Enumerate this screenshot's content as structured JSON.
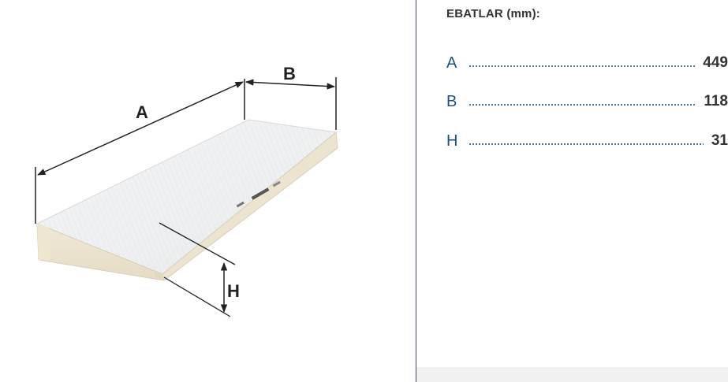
{
  "diagram": {
    "labels": {
      "a": "A",
      "b": "B",
      "h": "H"
    }
  },
  "dimensions": {
    "title": "EBATLAR (mm):",
    "rows": [
      {
        "label": "A",
        "value": "449"
      },
      {
        "label": "B",
        "value": "118"
      },
      {
        "label": "H",
        "value": "31"
      }
    ]
  },
  "colors": {
    "accent": "#1f4e8c",
    "divider": "#2f4d7a",
    "text": "#333333"
  }
}
